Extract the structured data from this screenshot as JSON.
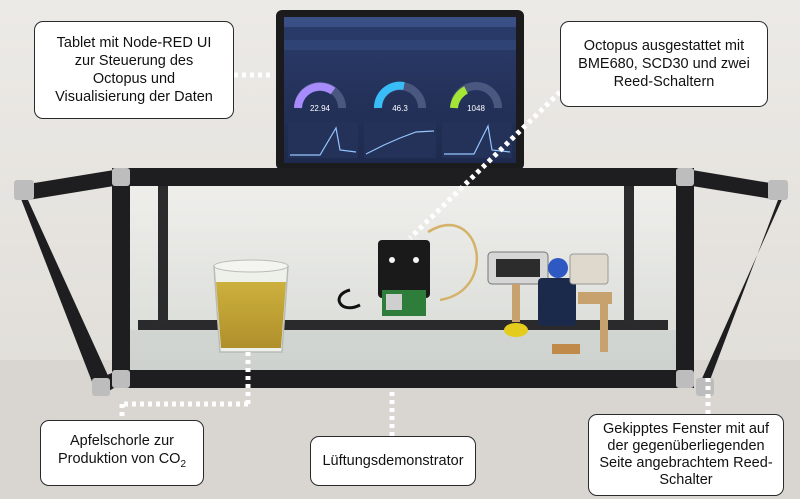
{
  "callouts": {
    "tablet": [
      "Tablet mit Node-RED UI",
      "zur Steuerung des",
      "Octopus und",
      "Visualisierung der Daten"
    ],
    "octopus": [
      "Octopus ausgestattet mit",
      "BME680, SCD30 und zwei",
      "Reed-Schaltern"
    ],
    "apfelschorle": {
      "line1": "Apfelschorle zur",
      "line2_prefix": "Produktion von CO",
      "line2_sub": "2"
    },
    "demonstrator": "Lüftungsdemonstrator",
    "fenster": [
      "Gekipptes Fenster mit auf",
      "der gegenüberliegenden",
      "Seite angebrachtem Reed-",
      "Schalter"
    ]
  },
  "tablet_screen": {
    "gauges": [
      {
        "value": "22.94",
        "color": "#a78bfa"
      },
      {
        "value": "46.3",
        "color": "#38bdf8"
      },
      {
        "value": "1048",
        "color": "#a3e635"
      }
    ]
  }
}
